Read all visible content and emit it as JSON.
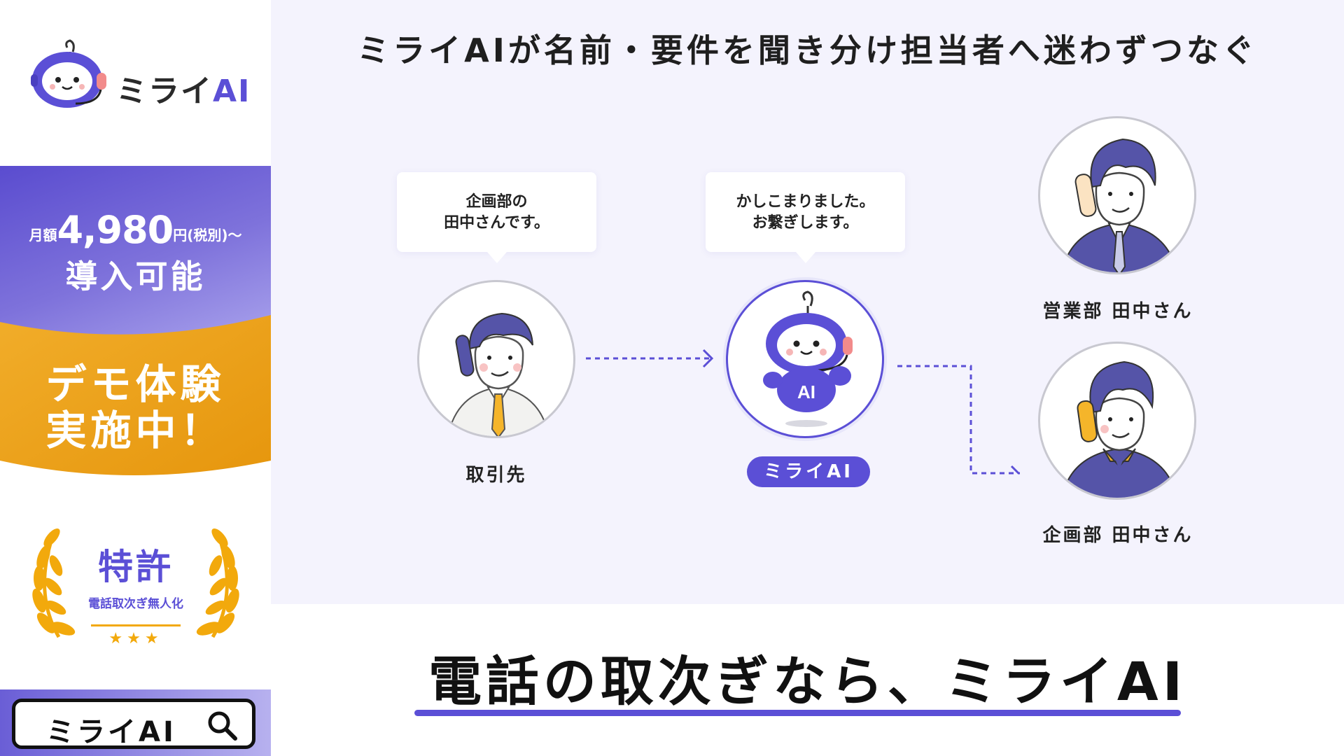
{
  "sidebar": {
    "logo_text": "ミライ",
    "logo_text_ai": "AI",
    "price_prefix": "月額",
    "price_amount": "4,980",
    "price_suffix": "円(税別)〜",
    "price_sub": "導入可能",
    "demo_line1": "デモ体験",
    "demo_line2": "実施中！",
    "patent_title": "特許",
    "patent_sub": "電話取次ぎ無人化",
    "patent_stars": "★★★",
    "search_text": "ミライAI"
  },
  "main": {
    "headline": "ミライAIが名前・要件を聞き分け担当者へ迷わずつなぐ",
    "client_bubble_line1": "企画部の",
    "client_bubble_line2": "田中さんです。",
    "ai_bubble_line1": "かしこまりました。",
    "ai_bubble_line2": "お繋ぎします。",
    "client_caption": "取引先",
    "ai_caption": "ミライAI",
    "ai_badge": "AI",
    "sales_caption": "営業部 田中さん",
    "planning_caption": "企画部 田中さん"
  },
  "tagline": "電話の取次ぎなら、ミライAI",
  "colors": {
    "brand_purple": "#5b4fd6",
    "demo_orange": "#eba21b",
    "patent_gold": "#f2a90c",
    "main_background": "#f4f3fd"
  },
  "icons": [
    "robot-mascot-icon",
    "laurel-wreath-icon",
    "search-icon",
    "businessman-phone-icon"
  ]
}
